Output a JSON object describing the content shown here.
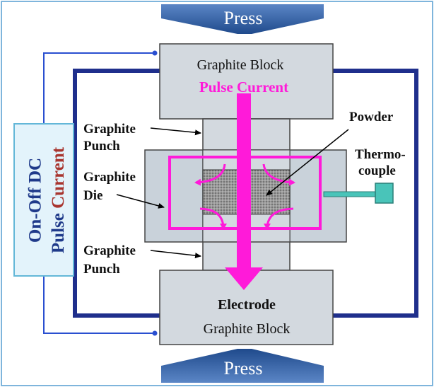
{
  "press": {
    "top_label": "Press",
    "bottom_label": "Press"
  },
  "blocks": {
    "top_label": "Graphite Block",
    "bottom_electrode": "Electrode",
    "bottom_label": "Graphite Block"
  },
  "current": {
    "label": "Pulse Current"
  },
  "power_supply": {
    "line1": "On-Off DC",
    "line2_word1": "Pulse",
    "line2_word2": "Current"
  },
  "labels": {
    "punch_top_line1": "Graphite",
    "punch_top_line2": "Punch",
    "die_line1": "Graphite",
    "die_line2": "Die",
    "punch_bottom_line1": "Graphite",
    "punch_bottom_line2": "Punch",
    "powder": "Powder",
    "thermo_line1": "Thermo-",
    "thermo_line2": "couple"
  },
  "colors": {
    "navy_frame": "#1f2f8c",
    "wire_blue": "#2a4fd0",
    "block_fill": "#d3d9df",
    "die_fill": "#c9d2da",
    "magenta": "#ff1ad9",
    "press_blue": "#2f5fa8",
    "supply_fill": "#e3f3fb",
    "supply_border": "#63b7d8",
    "thermo_fill": "#49c4b9",
    "label_navy": "#1f3a8a",
    "label_red": "#a8342e"
  }
}
